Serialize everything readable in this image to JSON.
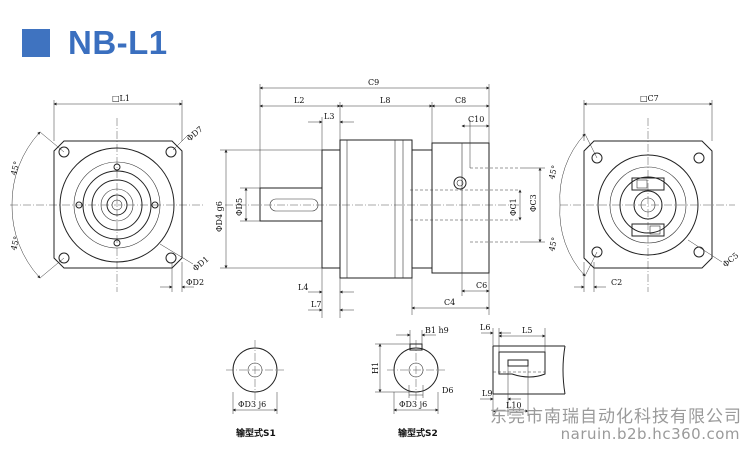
{
  "heading": {
    "title": "NB-L1"
  },
  "front_view": {
    "width_label": "□L1",
    "bolt_hole_label": "ΦD7",
    "pitch_circle_label": "ΦD1",
    "hole_label": "ΦD2",
    "angle_top": "45°",
    "angle_bottom": "45°"
  },
  "side_view": {
    "overall_length": "C9",
    "shaft_length": "L2",
    "body_length": "L8",
    "flange_length": "C8",
    "collar_length": "L3",
    "motor_bore_depth": "C10",
    "pilot_label": "ΦD4 g6",
    "shaft_dia_label": "ΦD5",
    "bore_label": "ΦC1",
    "motor_pilot_label": "ΦC3",
    "l4_label": "L4",
    "l7_label": "L7",
    "c4_label": "C4",
    "c6_label": "C6"
  },
  "motor_view": {
    "width_label": "□C7",
    "pcd_label": "ΦC5",
    "c2_label": "C2",
    "angle_top": "45°",
    "angle_bottom": "45°"
  },
  "shaft_s1": {
    "dia_label": "ΦD3 j6",
    "caption": "输型式S1"
  },
  "shaft_s2": {
    "key_width_label": "B1 h9",
    "height_label": "H1",
    "d6_label": "D6",
    "dia_label": "ΦD3 j6",
    "caption": "输型式S2"
  },
  "keyway_detail": {
    "l6_label": "L6",
    "l5_label": "L5",
    "l9_label": "L9",
    "l10_label": "L10"
  },
  "watermark": {
    "company": "东莞市南瑞自动化科技有限公司",
    "site": "naruin.b2b.hc360.com"
  }
}
